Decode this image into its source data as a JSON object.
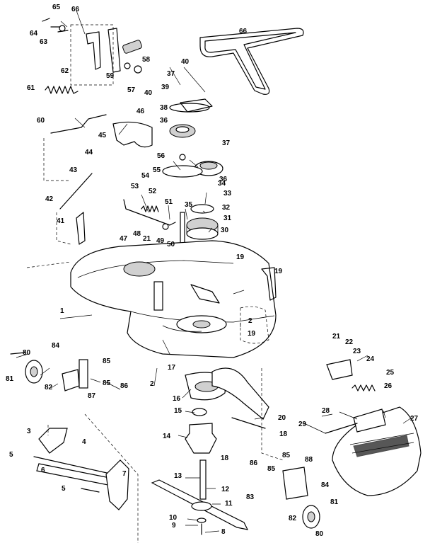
{
  "callouts": [
    {
      "id": "c65",
      "text": "65"
    },
    {
      "id": "c66a",
      "text": "66"
    },
    {
      "id": "c66b",
      "text": "66"
    },
    {
      "id": "c64",
      "text": "64"
    },
    {
      "id": "c63",
      "text": "63"
    },
    {
      "id": "c62",
      "text": "62"
    },
    {
      "id": "c59",
      "text": "59"
    },
    {
      "id": "c58",
      "text": "58"
    },
    {
      "id": "c57",
      "text": "57"
    },
    {
      "id": "c40a",
      "text": "40"
    },
    {
      "id": "c40b",
      "text": "40"
    },
    {
      "id": "c37a",
      "text": "37"
    },
    {
      "id": "c39",
      "text": "39"
    },
    {
      "id": "c61",
      "text": "61"
    },
    {
      "id": "c38",
      "text": "38"
    },
    {
      "id": "c36a",
      "text": "36"
    },
    {
      "id": "c37b",
      "text": "37"
    },
    {
      "id": "c46",
      "text": "46"
    },
    {
      "id": "c60",
      "text": "60"
    },
    {
      "id": "c45",
      "text": "45"
    },
    {
      "id": "c44",
      "text": "44"
    },
    {
      "id": "c56",
      "text": "56"
    },
    {
      "id": "c36b",
      "text": "36"
    },
    {
      "id": "c43",
      "text": "43"
    },
    {
      "id": "c55",
      "text": "55"
    },
    {
      "id": "c54",
      "text": "54"
    },
    {
      "id": "c34",
      "text": "34"
    },
    {
      "id": "c33",
      "text": "33"
    },
    {
      "id": "c53",
      "text": "53"
    },
    {
      "id": "c52",
      "text": "52"
    },
    {
      "id": "c51",
      "text": "51"
    },
    {
      "id": "c35",
      "text": "35"
    },
    {
      "id": "c32",
      "text": "32"
    },
    {
      "id": "c42",
      "text": "42"
    },
    {
      "id": "c41",
      "text": "41"
    },
    {
      "id": "c31",
      "text": "31"
    },
    {
      "id": "c47",
      "text": "47"
    },
    {
      "id": "c48",
      "text": "48"
    },
    {
      "id": "c21a",
      "text": "21"
    },
    {
      "id": "c49",
      "text": "49"
    },
    {
      "id": "c50",
      "text": "50"
    },
    {
      "id": "c30",
      "text": "30"
    },
    {
      "id": "c19a",
      "text": "19"
    },
    {
      "id": "c19b",
      "text": "19"
    },
    {
      "id": "c1",
      "text": "1"
    },
    {
      "id": "c2a",
      "text": "2"
    },
    {
      "id": "c19c",
      "text": "19"
    },
    {
      "id": "c21b",
      "text": "21"
    },
    {
      "id": "c22",
      "text": "22"
    },
    {
      "id": "c23",
      "text": "23"
    },
    {
      "id": "c80a",
      "text": "80"
    },
    {
      "id": "c84a",
      "text": "84"
    },
    {
      "id": "c85a",
      "text": "85"
    },
    {
      "id": "c17",
      "text": "17"
    },
    {
      "id": "c24",
      "text": "24"
    },
    {
      "id": "c25",
      "text": "25"
    },
    {
      "id": "c81a",
      "text": "81"
    },
    {
      "id": "c82a",
      "text": "82"
    },
    {
      "id": "c85b",
      "text": "85"
    },
    {
      "id": "c86a",
      "text": "86"
    },
    {
      "id": "c87",
      "text": "87"
    },
    {
      "id": "c2b",
      "text": "2"
    },
    {
      "id": "c16",
      "text": "16"
    },
    {
      "id": "c26",
      "text": "26"
    },
    {
      "id": "c15",
      "text": "15"
    },
    {
      "id": "c20",
      "text": "20"
    },
    {
      "id": "c28",
      "text": "28"
    },
    {
      "id": "c27",
      "text": "27"
    },
    {
      "id": "c29",
      "text": "29"
    },
    {
      "id": "c3",
      "text": "3"
    },
    {
      "id": "c18a",
      "text": "18"
    },
    {
      "id": "c14",
      "text": "14"
    },
    {
      "id": "c4",
      "text": "4"
    },
    {
      "id": "c5a",
      "text": "5"
    },
    {
      "id": "c18b",
      "text": "18"
    },
    {
      "id": "c85c",
      "text": "85"
    },
    {
      "id": "c88",
      "text": "88"
    },
    {
      "id": "c6",
      "text": "6"
    },
    {
      "id": "c86b",
      "text": "86"
    },
    {
      "id": "c85d",
      "text": "85"
    },
    {
      "id": "c7",
      "text": "7"
    },
    {
      "id": "c13",
      "text": "13"
    },
    {
      "id": "c84b",
      "text": "84"
    },
    {
      "id": "c5b",
      "text": "5"
    },
    {
      "id": "c12",
      "text": "12"
    },
    {
      "id": "c83",
      "text": "83"
    },
    {
      "id": "c11",
      "text": "11"
    },
    {
      "id": "c81b",
      "text": "81"
    },
    {
      "id": "c82b",
      "text": "82"
    },
    {
      "id": "c10",
      "text": "10"
    },
    {
      "id": "c9",
      "text": "9"
    },
    {
      "id": "c8",
      "text": "8"
    },
    {
      "id": "c80b",
      "text": "80"
    }
  ]
}
